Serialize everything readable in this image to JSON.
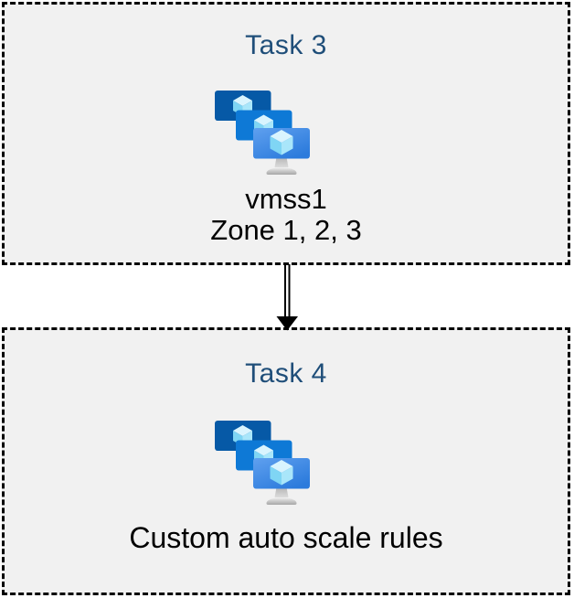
{
  "diagram": {
    "boxes": [
      {
        "id": "task3",
        "title": "Task 3",
        "icon": "vmss-icon",
        "caption_lines": [
          "vmss1",
          "Zone 1, 2, 3"
        ]
      },
      {
        "id": "task4",
        "title": "Task 4",
        "icon": "vmss-icon",
        "caption_lines": [
          "Custom auto scale rules"
        ]
      }
    ],
    "connector": {
      "from": "task3",
      "to": "task4",
      "style": "double-line-arrow",
      "direction": "down"
    },
    "colors": {
      "title_text": "#1F4E79",
      "caption_text": "#000000",
      "box_fill": "#F1F1F1",
      "box_border": "#000000",
      "background": "#FFFFFF",
      "monitor_back": "#0659A6",
      "monitor_middle": "#0E79D6",
      "monitor_front_gradient": [
        "#5FA0EF",
        "#2C7BDC"
      ]
    }
  }
}
